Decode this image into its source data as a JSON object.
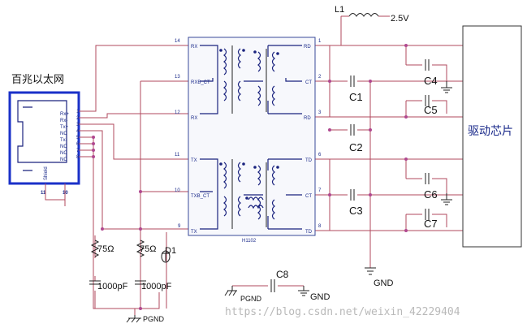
{
  "rj45": {
    "title": "百兆以太网",
    "pins": [
      "Rx+",
      "Rx-",
      "Tx+",
      "NC",
      "Tx-",
      "NC",
      "NC",
      "NC"
    ],
    "pin_numbers": [
      "1",
      "2",
      "3",
      "4",
      "5",
      "6",
      "7",
      "8"
    ],
    "shield_label": "Shield",
    "shield_pins": [
      "11",
      "10"
    ]
  },
  "transformer": {
    "part": "H1102",
    "left_pins": [
      {
        "num": "14",
        "label": "RX"
      },
      {
        "num": "13",
        "label": "RXB_CT"
      },
      {
        "num": "12",
        "label": "RX"
      },
      {
        "num": "11",
        "label": "TX"
      },
      {
        "num": "10",
        "label": "TXB_CT"
      },
      {
        "num": "9",
        "label": "TX"
      }
    ],
    "right_pins": [
      {
        "num": "1",
        "label": "RD"
      },
      {
        "num": "2",
        "label": "CT"
      },
      {
        "num": "3",
        "label": "RD"
      },
      {
        "num": "6",
        "label": "TD"
      },
      {
        "num": "7",
        "label": "CT"
      },
      {
        "num": "8",
        "label": "TD"
      }
    ]
  },
  "inductor": {
    "ref": "L1",
    "supply": "2.5V"
  },
  "capacitors": {
    "c1": "C1",
    "c2": "C2",
    "c3": "C3",
    "c4": "C4",
    "c5": "C5",
    "c6": "C6",
    "c7": "C7",
    "c8": "C8"
  },
  "termination": {
    "r1": "75Ω",
    "r2": "75Ω",
    "diode": "D1",
    "cap1": "1000pF",
    "cap2": "1000pF"
  },
  "grounds": {
    "gnd_main": "GND",
    "gnd_c8": "GND",
    "pgnd_c8": "PGND",
    "pgnd_bottom": "PGND"
  },
  "driver": {
    "label": "驱动芯片"
  },
  "watermark": "https://blog.csdn.net/weixin_42229404"
}
